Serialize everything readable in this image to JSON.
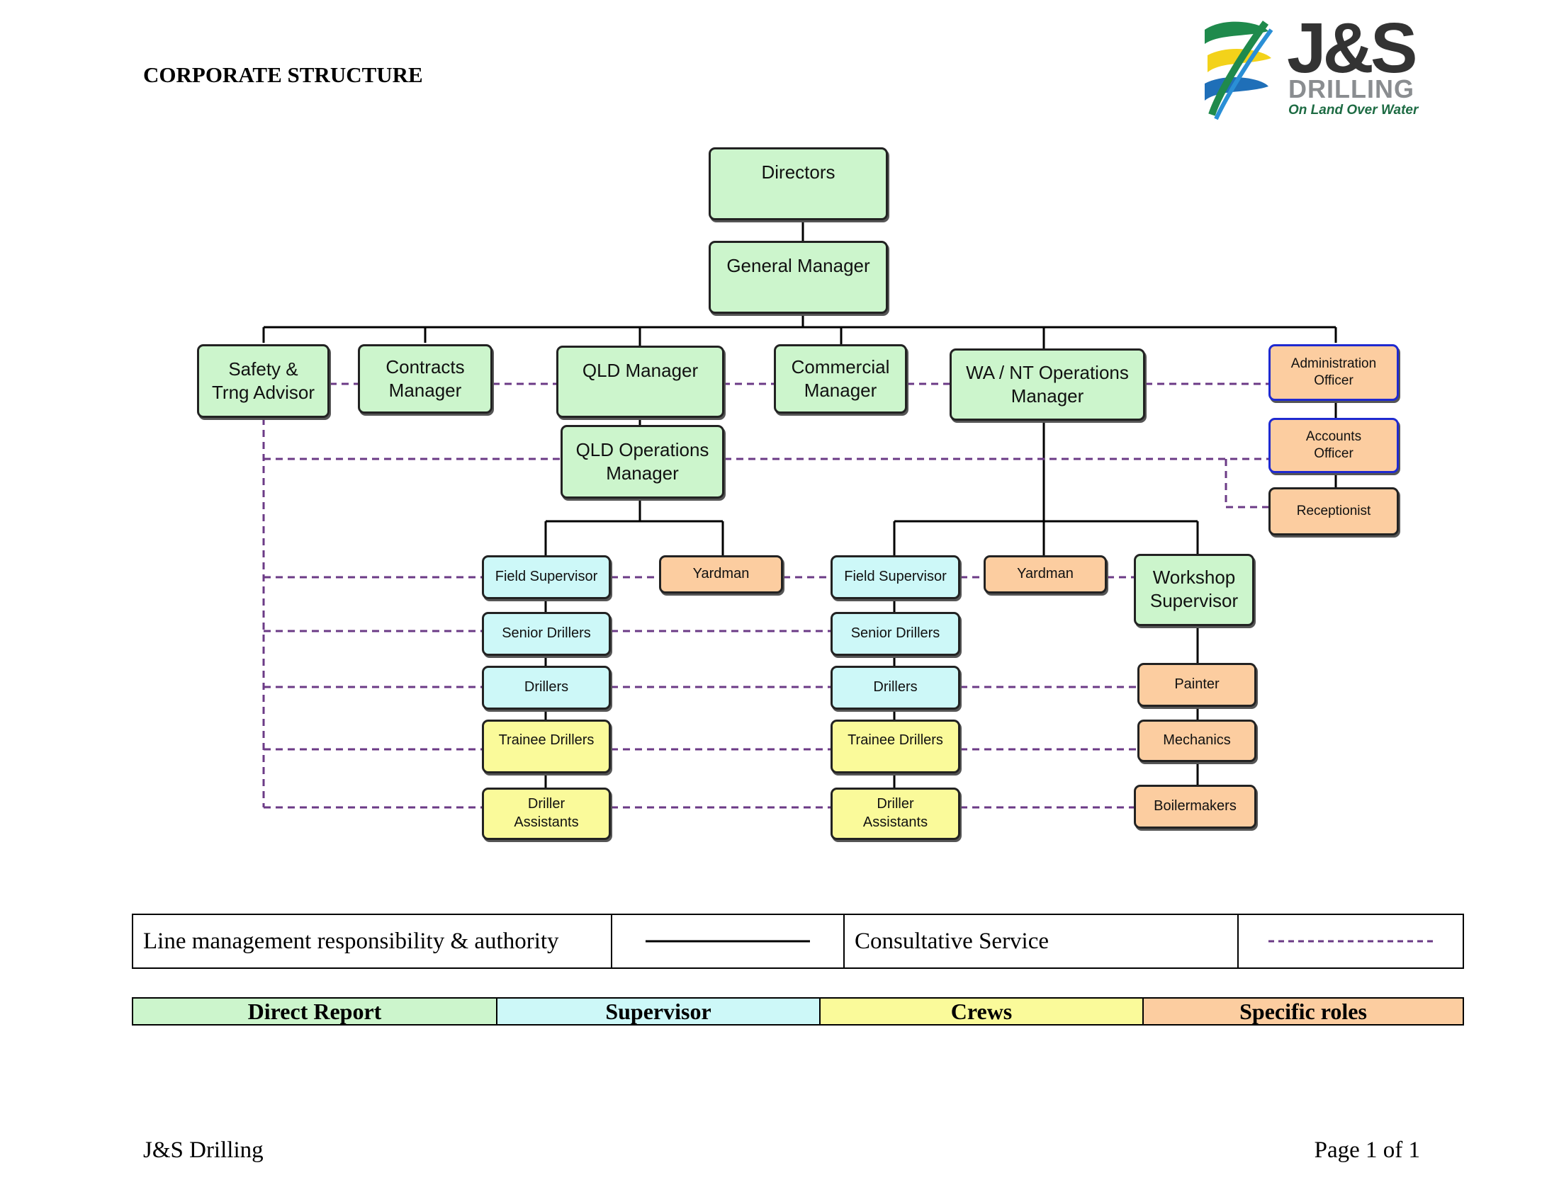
{
  "document": {
    "title": "CORPORATE STRUCTURE",
    "footer_left": "J&S Drilling",
    "footer_right": "Page 1 of 1"
  },
  "logo": {
    "main": "J&S",
    "sub": "DRILLING",
    "tagline": "On Land Over Water"
  },
  "colors": {
    "direct_report": "#ccf5cc",
    "supervisor": "#cdf8f8",
    "crews": "#fafa9a",
    "specific_roles": "#fccda0",
    "consultative_line": "#6b3a86"
  },
  "nodes": {
    "directors": "Directors",
    "general_manager": "General Manager",
    "safety_advisor": "Safety &\nTrng Advisor",
    "contracts_manager": "Contracts\nManager",
    "qld_manager": "QLD Manager",
    "commercial_manager": "Commercial\nManager",
    "wa_nt_ops_manager": "WA / NT Operations\nManager",
    "admin_officer": "Administration\nOfficer",
    "accounts_officer": "Accounts\nOfficer",
    "receptionist": "Receptionist",
    "qld_ops_manager": "QLD Operations\nManager",
    "qld_field_supervisor": "Field Supervisor",
    "qld_yardman": "Yardman",
    "qld_senior_drillers": "Senior Drillers",
    "qld_drillers": "Drillers",
    "qld_trainee_drillers": "Trainee Drillers",
    "qld_driller_assistants": "Driller\nAssistants",
    "wa_field_supervisor": "Field Supervisor",
    "wa_yardman": "Yardman",
    "workshop_supervisor": "Workshop\nSupervisor",
    "wa_senior_drillers": "Senior Drillers",
    "wa_drillers": "Drillers",
    "wa_trainee_drillers": "Trainee Drillers",
    "wa_driller_assistants": "Driller\nAssistants",
    "painter": "Painter",
    "mechanics": "Mechanics",
    "boilermakers": "Boilermakers"
  },
  "legend": {
    "line_management": "Line management responsibility & authority",
    "consultative": "Consultative Service",
    "direct_report": "Direct Report",
    "supervisor": "Supervisor",
    "crews": "Crews",
    "specific_roles": "Specific roles"
  }
}
